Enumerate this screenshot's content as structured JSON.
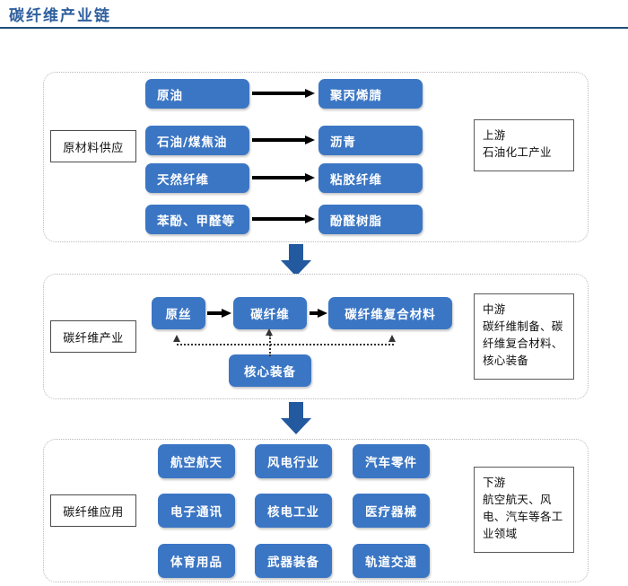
{
  "page": {
    "title": "碳纤维产业链"
  },
  "sections": [
    {
      "id": "upstream",
      "stage_label": "原材料供应",
      "side_box": "上游\n石油化工产业",
      "pairs": [
        {
          "source": "原油",
          "target": "聚丙烯腈"
        },
        {
          "source": "石油/煤焦油",
          "target": "沥青"
        },
        {
          "source": "天然纤维",
          "target": "粘胶纤维"
        },
        {
          "source": "苯酚、甲醛等",
          "target": "酚醛树脂"
        }
      ]
    },
    {
      "id": "midstream",
      "stage_label": "碳纤维产业",
      "side_box": "中游\n碳纤维制备、碳\n纤维复合材料、\n核心装备",
      "chain": [
        "原丝",
        "碳纤维",
        "碳纤维复合材料"
      ],
      "support": "核心装备"
    },
    {
      "id": "downstream",
      "stage_label": "碳纤维应用",
      "side_box": "下游\n航空航天、风\n电、汽车等各工\n业领域",
      "applications": [
        [
          "航空航天",
          "风电行业",
          "汽车零件"
        ],
        [
          "电子通讯",
          "核电工业",
          "医疗器械"
        ],
        [
          "体育用品",
          "武器装备",
          "轨道交通"
        ]
      ]
    }
  ],
  "colors": {
    "node_blue": "#3b76c4",
    "arrow_blue": "#23599f",
    "title_blue": "#2e5f9e",
    "rule_blue": "#1f4e79"
  }
}
